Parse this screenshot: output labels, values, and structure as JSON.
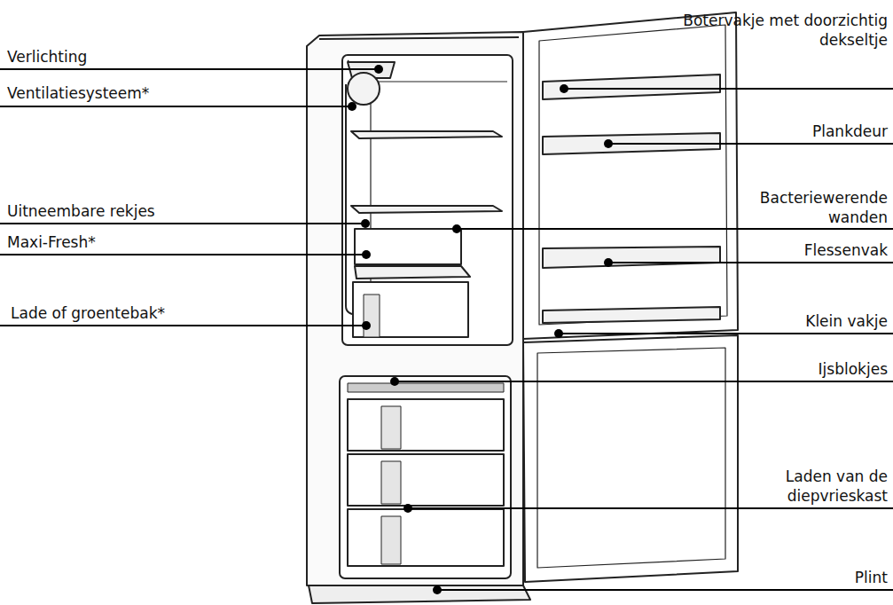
{
  "diagram": {
    "labels": [
      "Verlichting",
      "Ventilatiesysteem*",
      "Uitneembare rekjes",
      "Maxi-Fresh*",
      "Lade of groentebak*",
      "Botervakje met doorzichtig dekseltje",
      "Plankdeur",
      "Bacteriewerende wanden",
      "Flessenvak",
      "Klein vakje",
      "Ijsblokjes",
      "Laden van de diepvrieskast",
      "Plint"
    ]
  }
}
